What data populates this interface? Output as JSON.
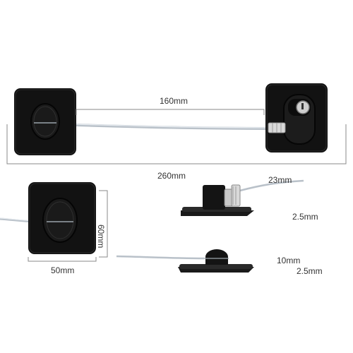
{
  "dimensions": {
    "cable_length": "160mm",
    "total_length": "260mm",
    "base_height": "60mm",
    "base_width": "50mm",
    "lock_height": "23mm",
    "lock_plate_thickness": "2.5mm",
    "anchor_height": "10mm",
    "anchor_plate_thickness": "2.5mm"
  },
  "colors": {
    "pad": "#111111",
    "pad_edge": "#2a2a2a",
    "cable": "#c8cfd6",
    "dimension_line": "#8a8a8a",
    "text": "#333333"
  }
}
